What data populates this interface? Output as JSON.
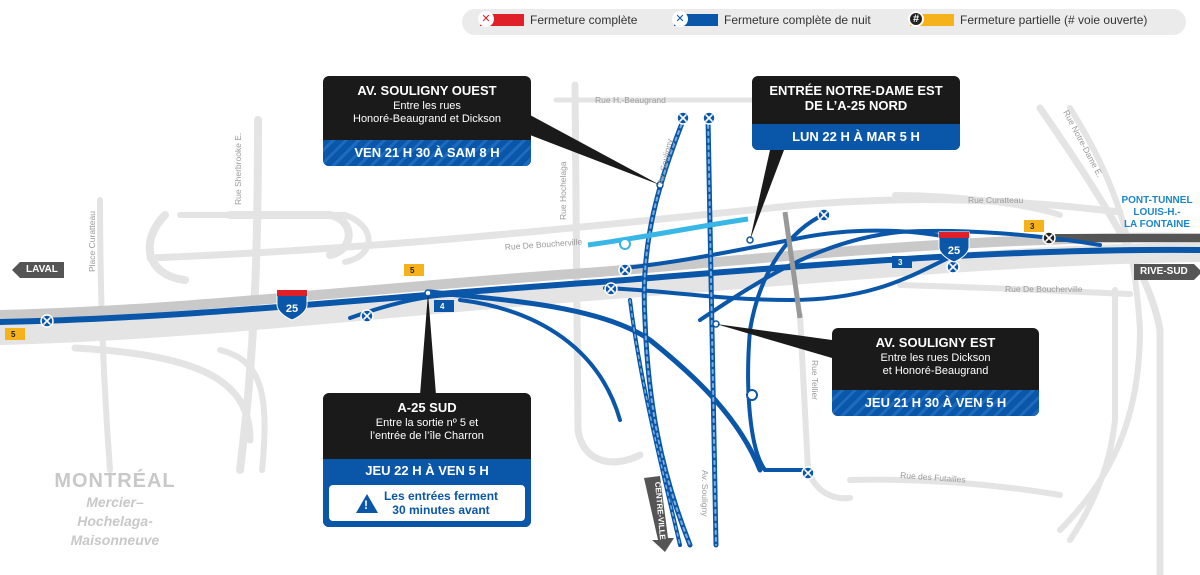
{
  "legend": {
    "items": [
      {
        "label": "Fermeture complète",
        "color": "#e02028",
        "symbol": "✕"
      },
      {
        "label": "Fermeture complète de nuit",
        "color": "#0a56a8",
        "symbol": "✕"
      },
      {
        "label": "Fermeture partielle (# voie ouverte)",
        "color": "#f5b21a",
        "symbol": "#"
      }
    ]
  },
  "callouts": {
    "souligny_ouest": {
      "title": "AV. SOULIGNY OUEST",
      "subtitle1": "Entre les rues",
      "subtitle2": "Honoré-Beaugrand et Dickson",
      "time": "VEN 21 H 30 À SAM 8 H"
    },
    "notre_dame": {
      "title1": "ENTRÉE NOTRE-DAME EST",
      "title2": "DE L’A-25 NORD",
      "time": "LUN 22 H À MAR 5 H"
    },
    "souligny_est": {
      "title": "AV. SOULIGNY EST",
      "subtitle1": "Entre les rues Dickson",
      "subtitle2": "et Honoré-Beaugrand",
      "time": "JEU 21 H 30 À VEN 5 H"
    },
    "a25_sud": {
      "title": "A-25 SUD",
      "subtitle1": "Entre la sortie nº 5 et",
      "subtitle2": "l’entrée de l’île Charron",
      "time": "JEU 22 H À VEN 5 H",
      "note1": "Les entrées ferment",
      "note2": "30 minutes avant"
    }
  },
  "directions": {
    "laval": "LAVAL",
    "rive_sud": "RIVE-SUD",
    "centre_ville": "CENTRE-VILLE"
  },
  "pont_tunnel": {
    "line1": "PONT-TUNNEL",
    "line2": "LOUIS-H.-",
    "line3": "LA FONTAINE"
  },
  "city": {
    "name": "MONTRÉAL",
    "borough1": "Mercier–",
    "borough2": "Hochelaga-",
    "borough3": "Maisonneuve"
  },
  "streets": {
    "h_beaugrand": "Rue H.-Beaugrand",
    "curatteau_e": "Rue Curatteau",
    "de_boucherville_w": "Rue De Boucherville",
    "de_boucherville_e": "Rue De Boucherville",
    "sherbrooke": "Rue Sherbrooke E.",
    "place_curatteau": "Place Curatteau",
    "hochelaga": "Rue Hochelaga",
    "souligny_n": "Av. Souligny",
    "souligny_s": "Av. Souligny",
    "tellier": "Rue Tellier",
    "futailles": "Rue des Futailles",
    "notre_dame_e": "Rue Notre-Dame E."
  },
  "highway": {
    "number": "25"
  },
  "lane_badges": {
    "b5_left": "5",
    "b5_mid": "5",
    "b4": "4",
    "b3": "3",
    "b3_right": "3"
  },
  "colors": {
    "night": "#0a56a8",
    "full": "#e02028",
    "partial": "#f5b21a",
    "road": "#e4e4e4",
    "highway_grey": "#c9c9c9",
    "cyan": "#38b6e6"
  }
}
